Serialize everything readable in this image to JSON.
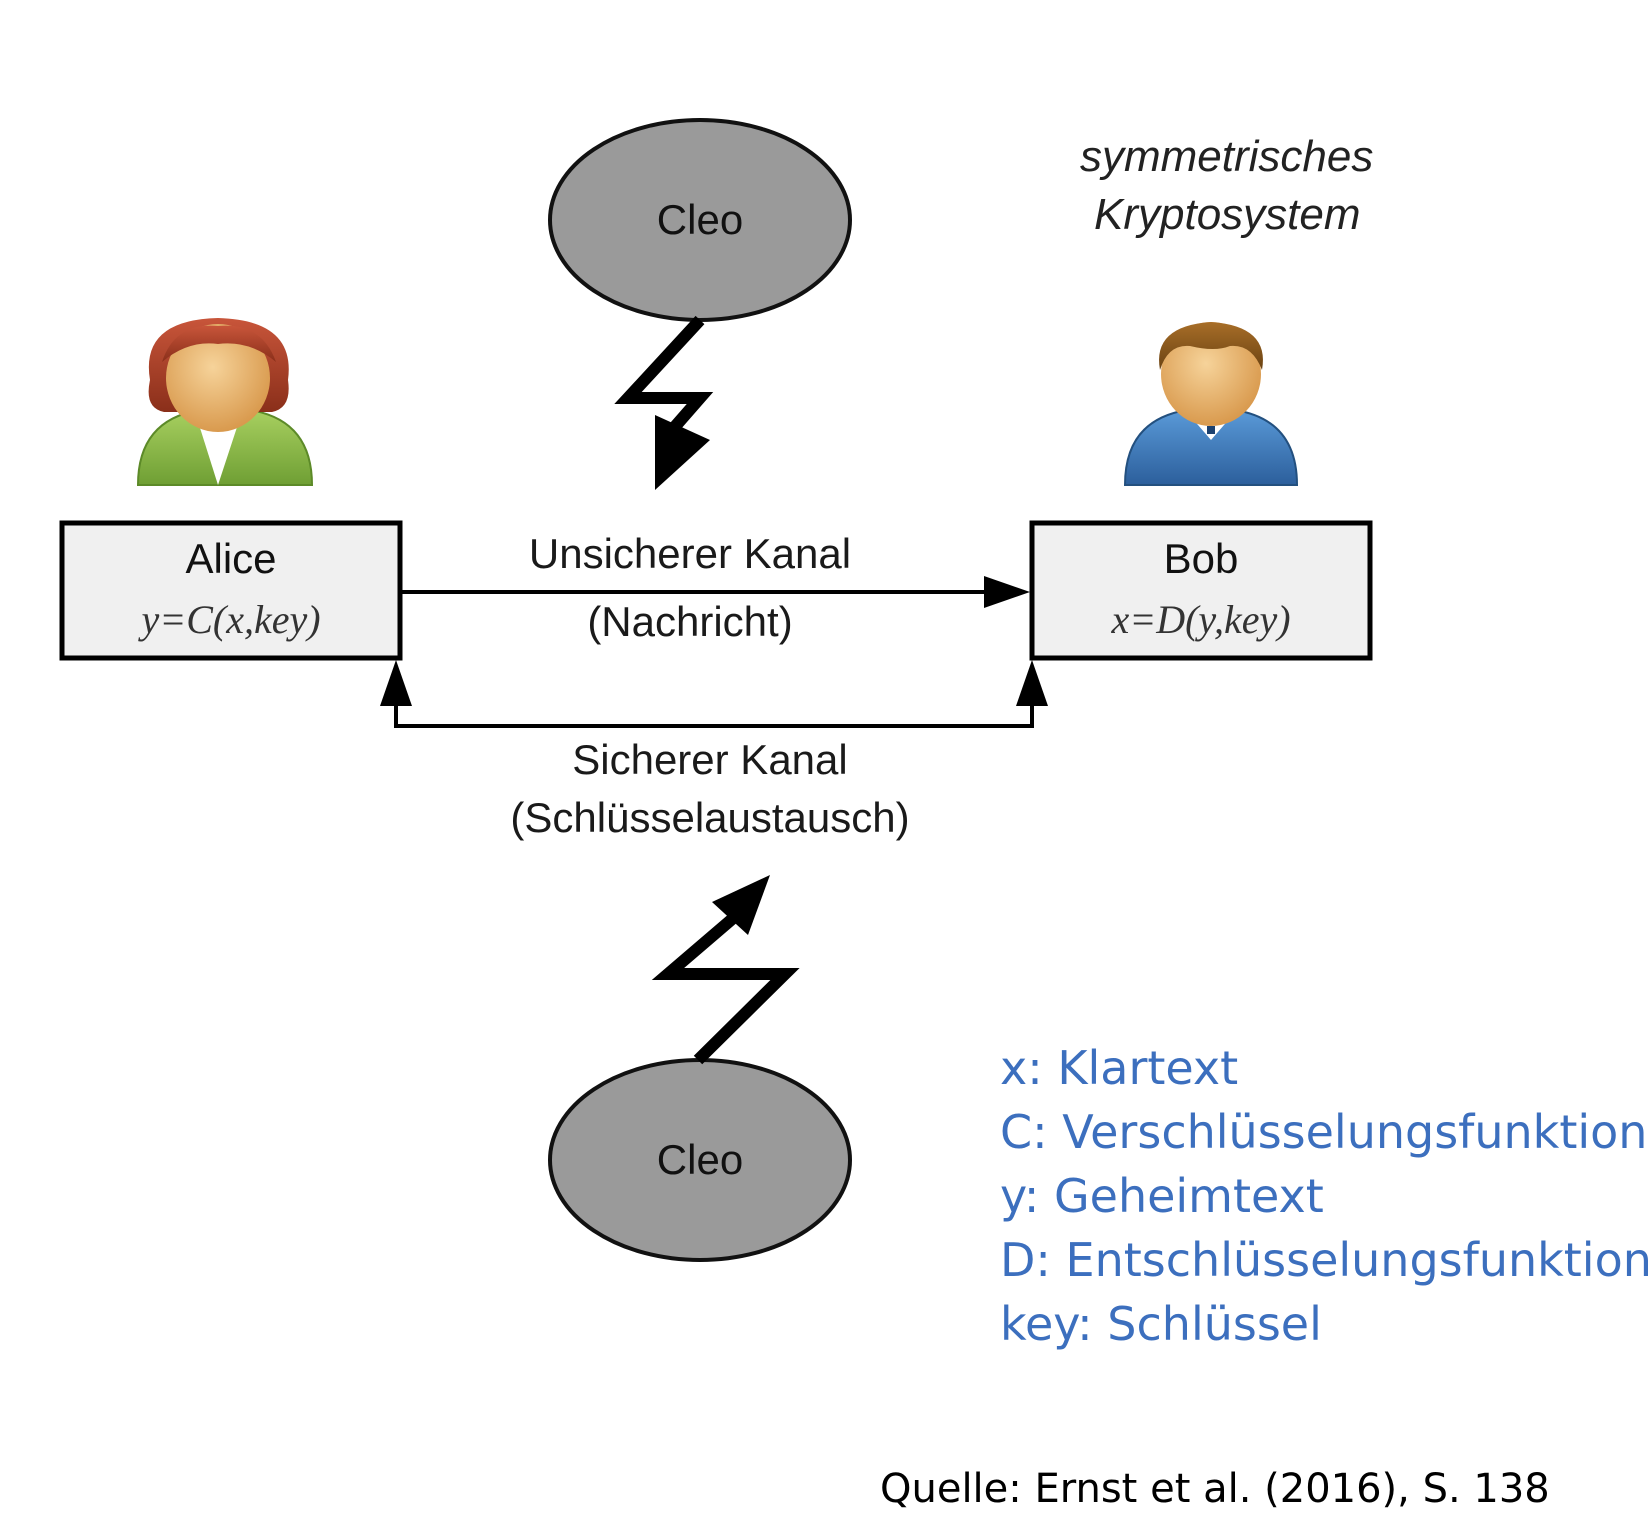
{
  "title": {
    "line1": "symmetrisches",
    "line2": "Kryptosystem"
  },
  "nodes": {
    "cleo_top": {
      "label": "Cleo"
    },
    "cleo_bottom": {
      "label": "Cleo"
    },
    "alice": {
      "label": "Alice",
      "formula": "y=C(x,key)"
    },
    "bob": {
      "label": "Bob",
      "formula": "x=D(y,key)"
    }
  },
  "edges": {
    "insecure": {
      "line1": "Unsicherer Kanal",
      "line2": "(Nachricht)"
    },
    "secure": {
      "line1": "Sicherer Kanal",
      "line2": "(Schlüsselaustausch)"
    }
  },
  "legend": [
    {
      "text": "x: Klartext"
    },
    {
      "text": "C: Verschlüsselungsfunktion"
    },
    {
      "text": "y: Geheimtext"
    },
    {
      "text": "D: Entschlüsselungsfunktion"
    },
    {
      "text": "key: Schlüssel"
    }
  ],
  "source": "Quelle: Ernst et al. (2016), S. 138",
  "colors": {
    "ellipse_fill": "#9a9a9a",
    "box_fill": "#f0f0f0",
    "legend_text": "#3c6fbe",
    "alice_shirt": "#8fbf4a",
    "alice_hair": "#b5452a",
    "bob_shirt": "#3f7fc4",
    "bob_hair": "#8a5a1c"
  },
  "icons": {
    "alice": "female-user-icon",
    "bob": "male-user-icon",
    "attack": "lightning-arrow-icon"
  }
}
